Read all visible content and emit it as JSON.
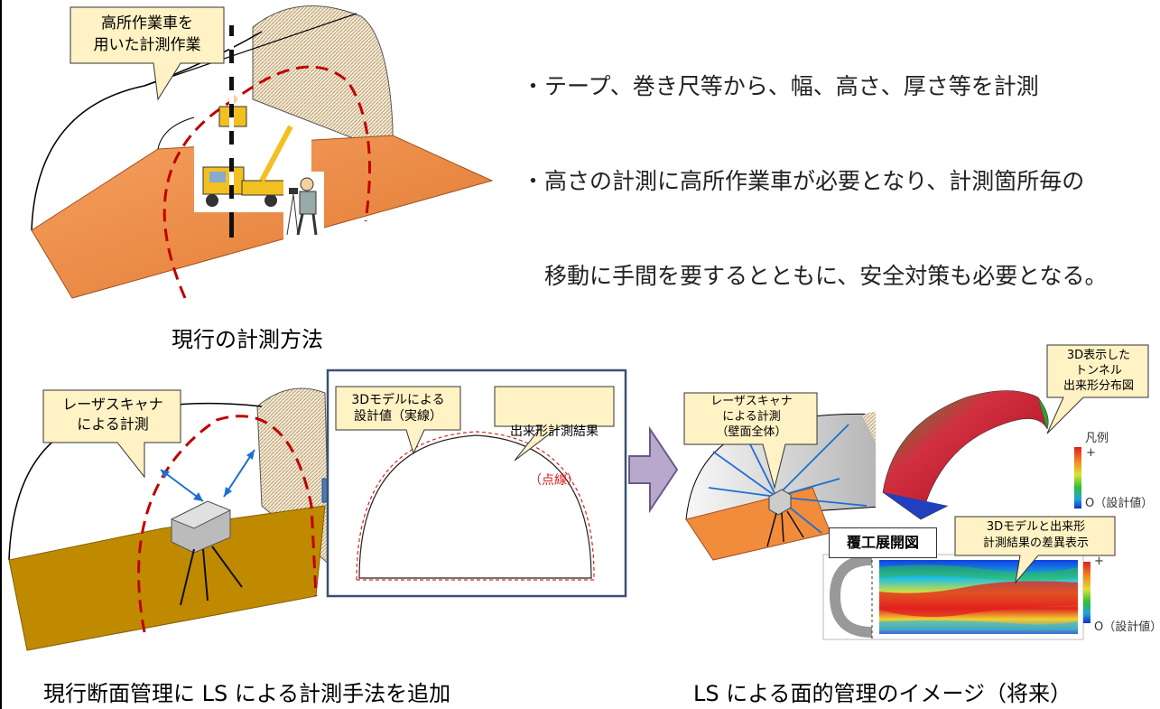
{
  "bullets": [
    "・テープ、巻き尺等から、幅、高さ、厚さ等を計測",
    "・高さの計測に高所作業車が必要となり、計測箇所毎の",
    "　移動に手間を要するとともに、安全対策も必要となる。"
  ],
  "top_panel": {
    "callout": "高所作業車を\n用いた計測作業",
    "caption": "現行の計測方法"
  },
  "left_panel": {
    "callout": "レーザスキャナ\nによる計測",
    "model_callout": "3Dモデルによる\n設計値（実線）",
    "result_callout_line1": "出来形計測結果",
    "result_callout_line2": "（点線）",
    "caption": "現行断面管理に LS による計測手法を追加"
  },
  "right_panel": {
    "callout": "レーザスキャナ\nによる計測\n（壁面全体）",
    "callout_3d": "3D表示した\nトンネル\n出来形分布図",
    "legend_title": "凡例",
    "legend_plus": "+",
    "legend_zero": "O（設計値）",
    "label_development": "覆工展開図",
    "callout_diff": "3Dモデルと出来形\n計測結果の差異表示",
    "legend2_plus": "+",
    "legend2_zero": "O（設計値）",
    "caption": "LS による面的管理のイメージ（将来）"
  },
  "colors": {
    "floor_orange": "#f08c3c",
    "floor_gold": "#c08a00",
    "callout_fill": "#fff2c4",
    "dashed_red": "#c00000",
    "box_border": "#3a5070",
    "arrow_fill": "#b8a9cc",
    "plus_fill": "#4a7ab5"
  }
}
